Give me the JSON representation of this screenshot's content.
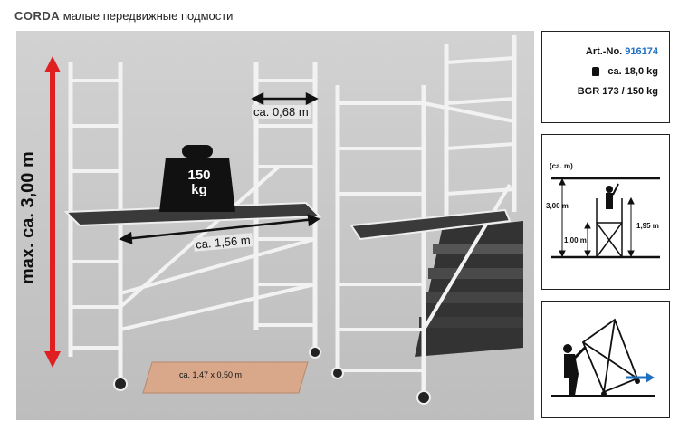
{
  "header": {
    "brand": "CORDA",
    "title": "малые передвижные подмости"
  },
  "photo": {
    "max_height_label": "max. ca. 3,00 m",
    "width_label": "ca. 0,68 m",
    "length_label": "ca. 1,56 m",
    "platform_label": "ca. 1,47 x 0,50 m",
    "weight_value": "150",
    "weight_unit": "kg"
  },
  "specs": {
    "art_prefix": "Art.-No.",
    "art_number": "916174",
    "weight": "ca. 18,0 kg",
    "norm": "BGR 173 / 150 kg"
  },
  "diagram": {
    "unit": "(ca. m)",
    "h_total": "3,00 m",
    "h_platform": "1,00 m",
    "h_frame": "1,95 m"
  },
  "colors": {
    "accent_blue": "#1e6fc0",
    "arrow_red": "#e02020",
    "photo_bg": "#c9c9c9"
  }
}
